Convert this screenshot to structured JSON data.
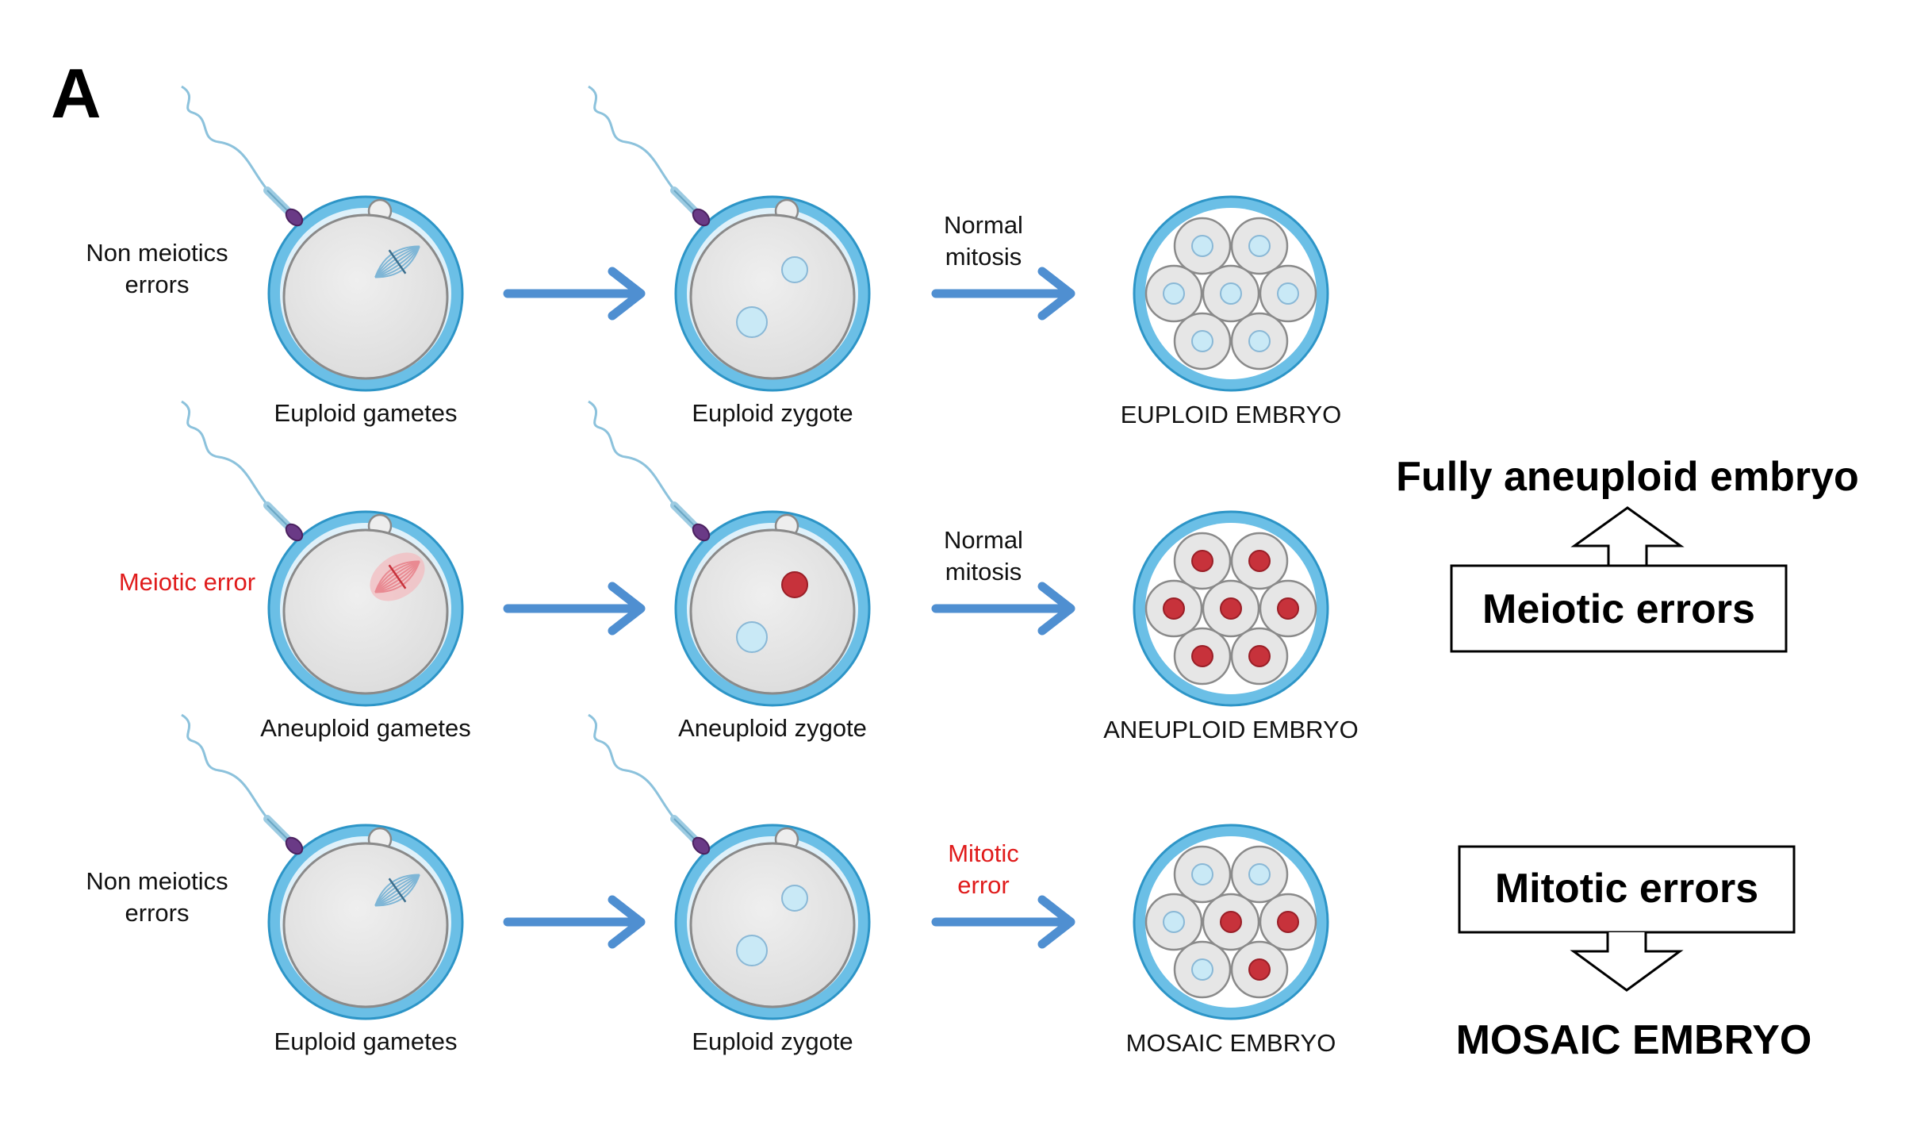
{
  "panel_label": "A",
  "colors": {
    "zona": "#6bbfe6",
    "zona_stroke": "#2d95c7",
    "cytoplasm": "#e6e6e6",
    "euploid_nucleus": "#c9e9f6",
    "aneuploid_nucleus": "#c7323b",
    "arrow": "#4f8fd1",
    "error_text": "#e01b1b"
  },
  "rows": [
    {
      "condition_lines": [
        "Non meiotics",
        "errors"
      ],
      "condition_is_error": false,
      "gamete_spindle": "normal",
      "gametes_label": "Euploid gametes",
      "zygote_label": "Euploid zygote",
      "zygote_pronuclei": [
        "euploid",
        "euploid"
      ],
      "mitosis_lines": [
        "Normal",
        "mitosis"
      ],
      "mitosis_is_error": false,
      "embryo_label": "EUPLOID EMBRYO",
      "embryo_cells": [
        "euploid",
        "euploid",
        "euploid",
        "euploid",
        "euploid",
        "euploid",
        "euploid"
      ]
    },
    {
      "condition_lines": [
        "Meiotic error"
      ],
      "condition_is_error": true,
      "gamete_spindle": "error",
      "gametes_label": "Aneuploid gametes",
      "zygote_label": "Aneuploid zygote",
      "zygote_pronuclei": [
        "aneuploid",
        "euploid"
      ],
      "mitosis_lines": [
        "Normal",
        "mitosis"
      ],
      "mitosis_is_error": false,
      "embryo_label": "ANEUPLOID EMBRYO",
      "embryo_cells": [
        "aneuploid",
        "aneuploid",
        "aneuploid",
        "aneuploid",
        "aneuploid",
        "aneuploid",
        "aneuploid"
      ]
    },
    {
      "condition_lines": [
        "Non meiotics",
        "errors"
      ],
      "condition_is_error": false,
      "gamete_spindle": "normal",
      "gametes_label": "Euploid gametes",
      "zygote_label": "Euploid zygote",
      "zygote_pronuclei": [
        "euploid",
        "euploid"
      ],
      "mitosis_lines": [
        "Mitotic",
        "error"
      ],
      "mitosis_is_error": true,
      "embryo_label": "MOSAIC EMBRYO",
      "embryo_cells": [
        "euploid",
        "euploid",
        "euploid",
        "aneuploid",
        "aneuploid",
        "euploid",
        "aneuploid"
      ]
    }
  ],
  "summary": {
    "meiotic_box": "Meiotic errors",
    "meiotic_result": "Fully aneuploid embryo",
    "mitotic_box": "Mitotic errors",
    "mitotic_result": "MOSAIC EMBRYO"
  }
}
